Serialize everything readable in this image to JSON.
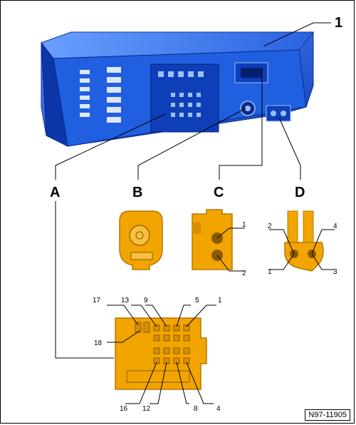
{
  "callouts": {
    "main": "1",
    "A": "A",
    "B": "B",
    "C": "C",
    "D": "D"
  },
  "connector_c_pins": [
    "1",
    "2"
  ],
  "connector_d_pins": [
    "2",
    "4",
    "1",
    "3"
  ],
  "connector_a_pins": {
    "top": [
      "17",
      "13",
      "9",
      "5",
      "1"
    ],
    "left": "18",
    "bottom": [
      "16",
      "12",
      "8",
      "4"
    ]
  },
  "reference_code": "N97-11905",
  "colors": {
    "unit_blue": "#1f5fe0",
    "unit_dark": "#0a2a8c",
    "connector_orange": "#f2a400",
    "connector_dark": "#b87800"
  }
}
